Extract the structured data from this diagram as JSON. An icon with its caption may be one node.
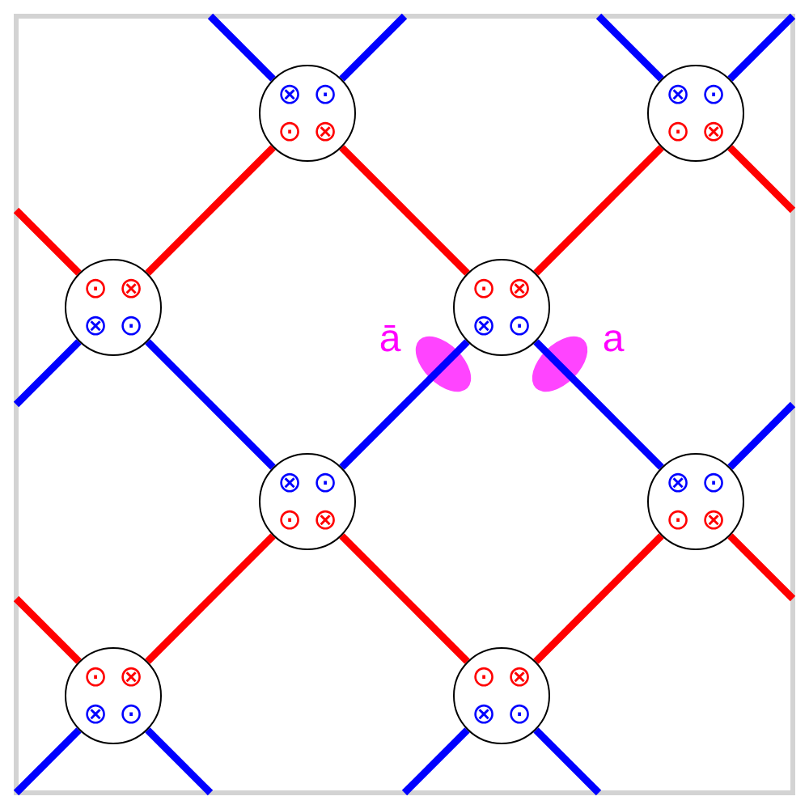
{
  "diagram": {
    "nodes": [
      {
        "text": [
          "⊗",
          "⊙",
          "⊙",
          "⊗"
        ]
      },
      {
        "text": [
          "⊗",
          "⊙",
          "⊙",
          "⊗"
        ]
      },
      {
        "text": [
          "⊙",
          "⊗",
          "⊗",
          "⊙"
        ]
      },
      {
        "text": [
          "⊙",
          "⊗",
          "⊗",
          "⊙"
        ]
      },
      {
        "text": [
          "⊗",
          "⊙",
          "⊙",
          "⊗"
        ]
      },
      {
        "text": [
          "⊗",
          "⊙",
          "⊙",
          "⊗"
        ]
      },
      {
        "text": [
          "⊙",
          "⊗",
          "⊗",
          "⊙"
        ]
      },
      {
        "text": [
          "⊙",
          "⊗",
          "⊗",
          "⊙"
        ]
      }
    ],
    "edges": [
      {
        "from": 0,
        "to": null,
        "arrow": "none"
      },
      {
        "from": 0,
        "to": null,
        "arrow": "none"
      },
      {
        "from": 0,
        "to": 2,
        "arrow": "none",
        "color": "#ff0000"
      },
      {
        "from": 0,
        "to": 3,
        "arrow": "none",
        "color": "#ff0000"
      },
      {
        "from": 1,
        "to": null,
        "arrow": "none"
      },
      {
        "from": 1,
        "to": null,
        "arrow": "none"
      },
      {
        "from": 1,
        "to": 3,
        "arrow": "none",
        "color": "#ff0000"
      },
      {
        "from": 1,
        "to": null,
        "arrow": "none",
        "color": "#ff0000"
      },
      {
        "from": 2,
        "to": null,
        "arrow": "none",
        "color": "#ff0000"
      },
      {
        "from": 2,
        "to": null,
        "arrow": "none"
      },
      {
        "from": 2,
        "to": 4,
        "arrow": "none"
      },
      {
        "from": 3,
        "to": 4,
        "arrow": "none"
      },
      {
        "from": 3,
        "to": 5,
        "arrow": "none"
      },
      {
        "from": 4,
        "to": 6,
        "arrow": "none",
        "color": "#ff0000"
      },
      {
        "from": 4,
        "to": 7,
        "arrow": "none",
        "color": "#ff0000"
      },
      {
        "from": 5,
        "to": null,
        "arrow": "none"
      },
      {
        "from": 5,
        "to": 7,
        "arrow": "none",
        "color": "#ff0000"
      },
      {
        "from": 5,
        "to": null,
        "arrow": "none",
        "color": "#ff0000"
      },
      {
        "from": 6,
        "to": null,
        "arrow": "none",
        "color": "#ff0000"
      },
      {
        "from": 6,
        "to": null,
        "arrow": "none"
      },
      {
        "from": 6,
        "to": null,
        "arrow": "none"
      },
      {
        "from": 7,
        "to": null,
        "arrow": "none"
      },
      {
        "from": 7,
        "to": null,
        "arrow": "none"
      }
    ],
    "labels": [
      "ā",
      "a"
    ]
  }
}
